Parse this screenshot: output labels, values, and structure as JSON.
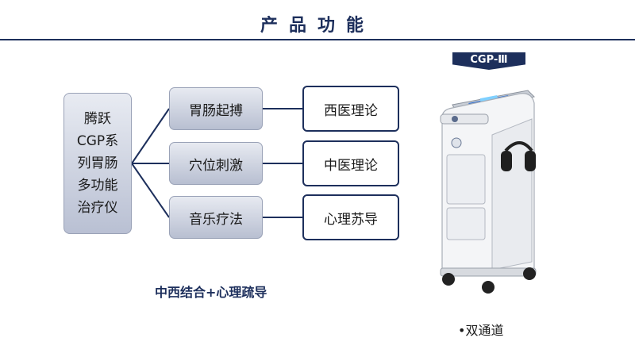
{
  "header": {
    "title": "产品功能"
  },
  "device": {
    "badge": "CGP-Ⅲ",
    "caption": "•双通道"
  },
  "diagram": {
    "root_lines": [
      "腾跃",
      "CGP系",
      "列胃肠",
      "多功能",
      "治疗仪"
    ],
    "functions": [
      "胃肠起搏",
      "穴位刺激",
      "音乐疗法"
    ],
    "theories": [
      "西医理论",
      "中医理论",
      "心理苏导"
    ]
  },
  "footer": {
    "text": "中西结合+心理疏导"
  },
  "colors": {
    "accent": "#1d2f5c"
  }
}
